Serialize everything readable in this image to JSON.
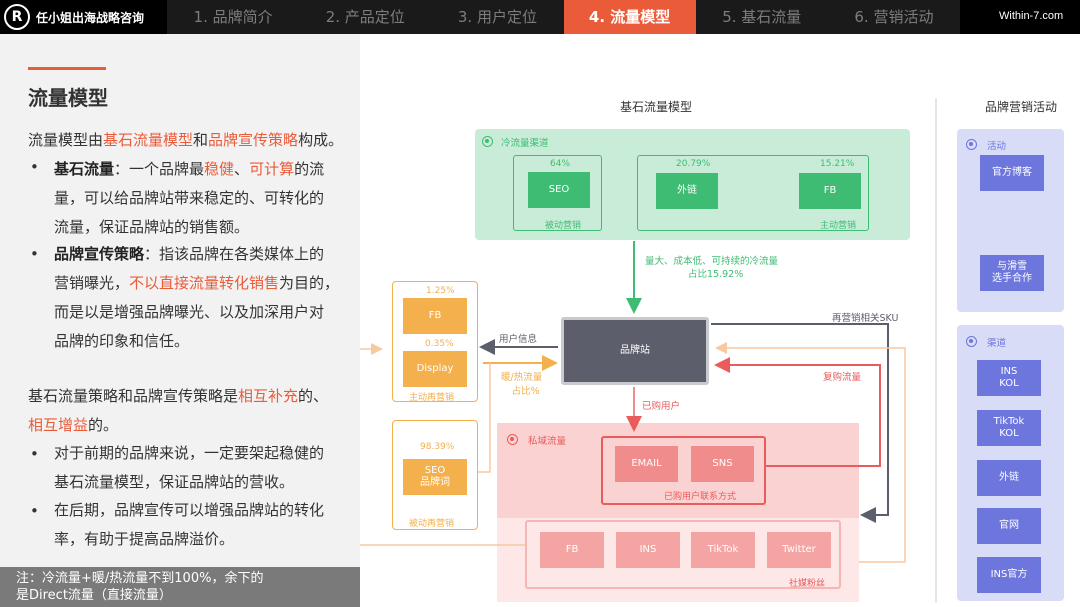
{
  "header": {
    "logo": "R",
    "brand": "任小姐出海战略咨询",
    "tabs": [
      "1. 品牌简介",
      "2. 产品定位",
      "3. 用户定位",
      "4. 流量模型",
      "5. 基石流量",
      "6. 营销活动"
    ],
    "active_tab": "4. 流量模型",
    "site": "Within-7.com"
  },
  "left": {
    "title": "流量模型",
    "intro": [
      "流量模型由",
      "基石流量模型",
      "和",
      "品牌宣传策略",
      "构成。"
    ],
    "b1": [
      "基石流量",
      "：一个品牌最",
      "稳健",
      "、",
      "可计算",
      "的流",
      "量，可以给品牌站带来稳定的、可转化的",
      "流量，保证品牌站的销售额。"
    ],
    "b2": [
      "品牌宣传策略",
      "：指该品牌在各类媒体上的",
      "营销曝光，",
      "不以直接流量转化销售",
      "为目的，",
      "而是以是增强品牌曝光、以及加深用户对",
      "品牌的印象和信任。"
    ],
    "p2": [
      "基石流量策略和品牌宣传策略是",
      "相互补充",
      "的、",
      "相互增益",
      "的。"
    ],
    "b3": [
      "对于前期的品牌来说，一定要架起稳健的",
      "基石流量模型，保证品牌站的营收。"
    ],
    "b4": [
      "在后期，品牌宣传可以增强品牌站的转化",
      "率，有助于提高品牌溢价。"
    ],
    "note": [
      "注：冷流量+暖/热流量不到100%，余下的",
      "是Direct流量（直接流量）"
    ],
    "bullet": "•"
  },
  "diagram": {
    "title": "基石流量模型",
    "cold": {
      "label": "冷流量渠道",
      "passive": {
        "pct": "64%",
        "item": "SEO",
        "label": "被动营销"
      },
      "active": {
        "pct1": "20.79%",
        "item1": "外链",
        "pct2": "15.21%",
        "item2": "FB",
        "label": "主动营销"
      }
    },
    "cold_flow": [
      "量大、成本低、可持续的冷流量",
      "占比15.92%"
    ],
    "hub": "品牌站",
    "user_info": "用户信息",
    "warm_flow": [
      "暖/热流量",
      "占比%"
    ],
    "remarketing": {
      "pct1": "1.25%",
      "item1": "FB",
      "pct2": "0.35%",
      "item2": "Display",
      "label": "主动再营销"
    },
    "seo_brand": {
      "pct": "98.39%",
      "item": "SEO\n品牌词",
      "label": "被动再营销"
    },
    "sku_label": "再营销相关SKU",
    "repurchase": "复购流量",
    "purchased": "已购用户",
    "private": {
      "label": "私域流量",
      "contact": {
        "items": [
          "EMAIL",
          "SNS"
        ],
        "label": "已购用户联系方式"
      },
      "social": {
        "items": [
          "FB",
          "INS",
          "TikTok",
          "Twitter"
        ],
        "label": "社媒粉丝"
      }
    }
  },
  "marketing": {
    "title": "品牌营销活动",
    "events": {
      "label": "活动",
      "items": [
        "官方博客",
        "与滑雪\n选手合作"
      ]
    },
    "channels": {
      "label": "渠道",
      "items": [
        "INS\nKOL",
        "TikTok\nKOL",
        "外链",
        "官网",
        "INS官方"
      ]
    }
  },
  "colors": {
    "accent": "#ea5b3a",
    "green": "#3ebc74",
    "green_bg": "#c9ecd8",
    "orange": "#f3b04c",
    "pink_bg": "#fbd2d2",
    "red": "#ea5b5b",
    "blue_bg": "#d8dcf7",
    "blue": "#6d76dd",
    "hub": "#5d5e6b"
  }
}
